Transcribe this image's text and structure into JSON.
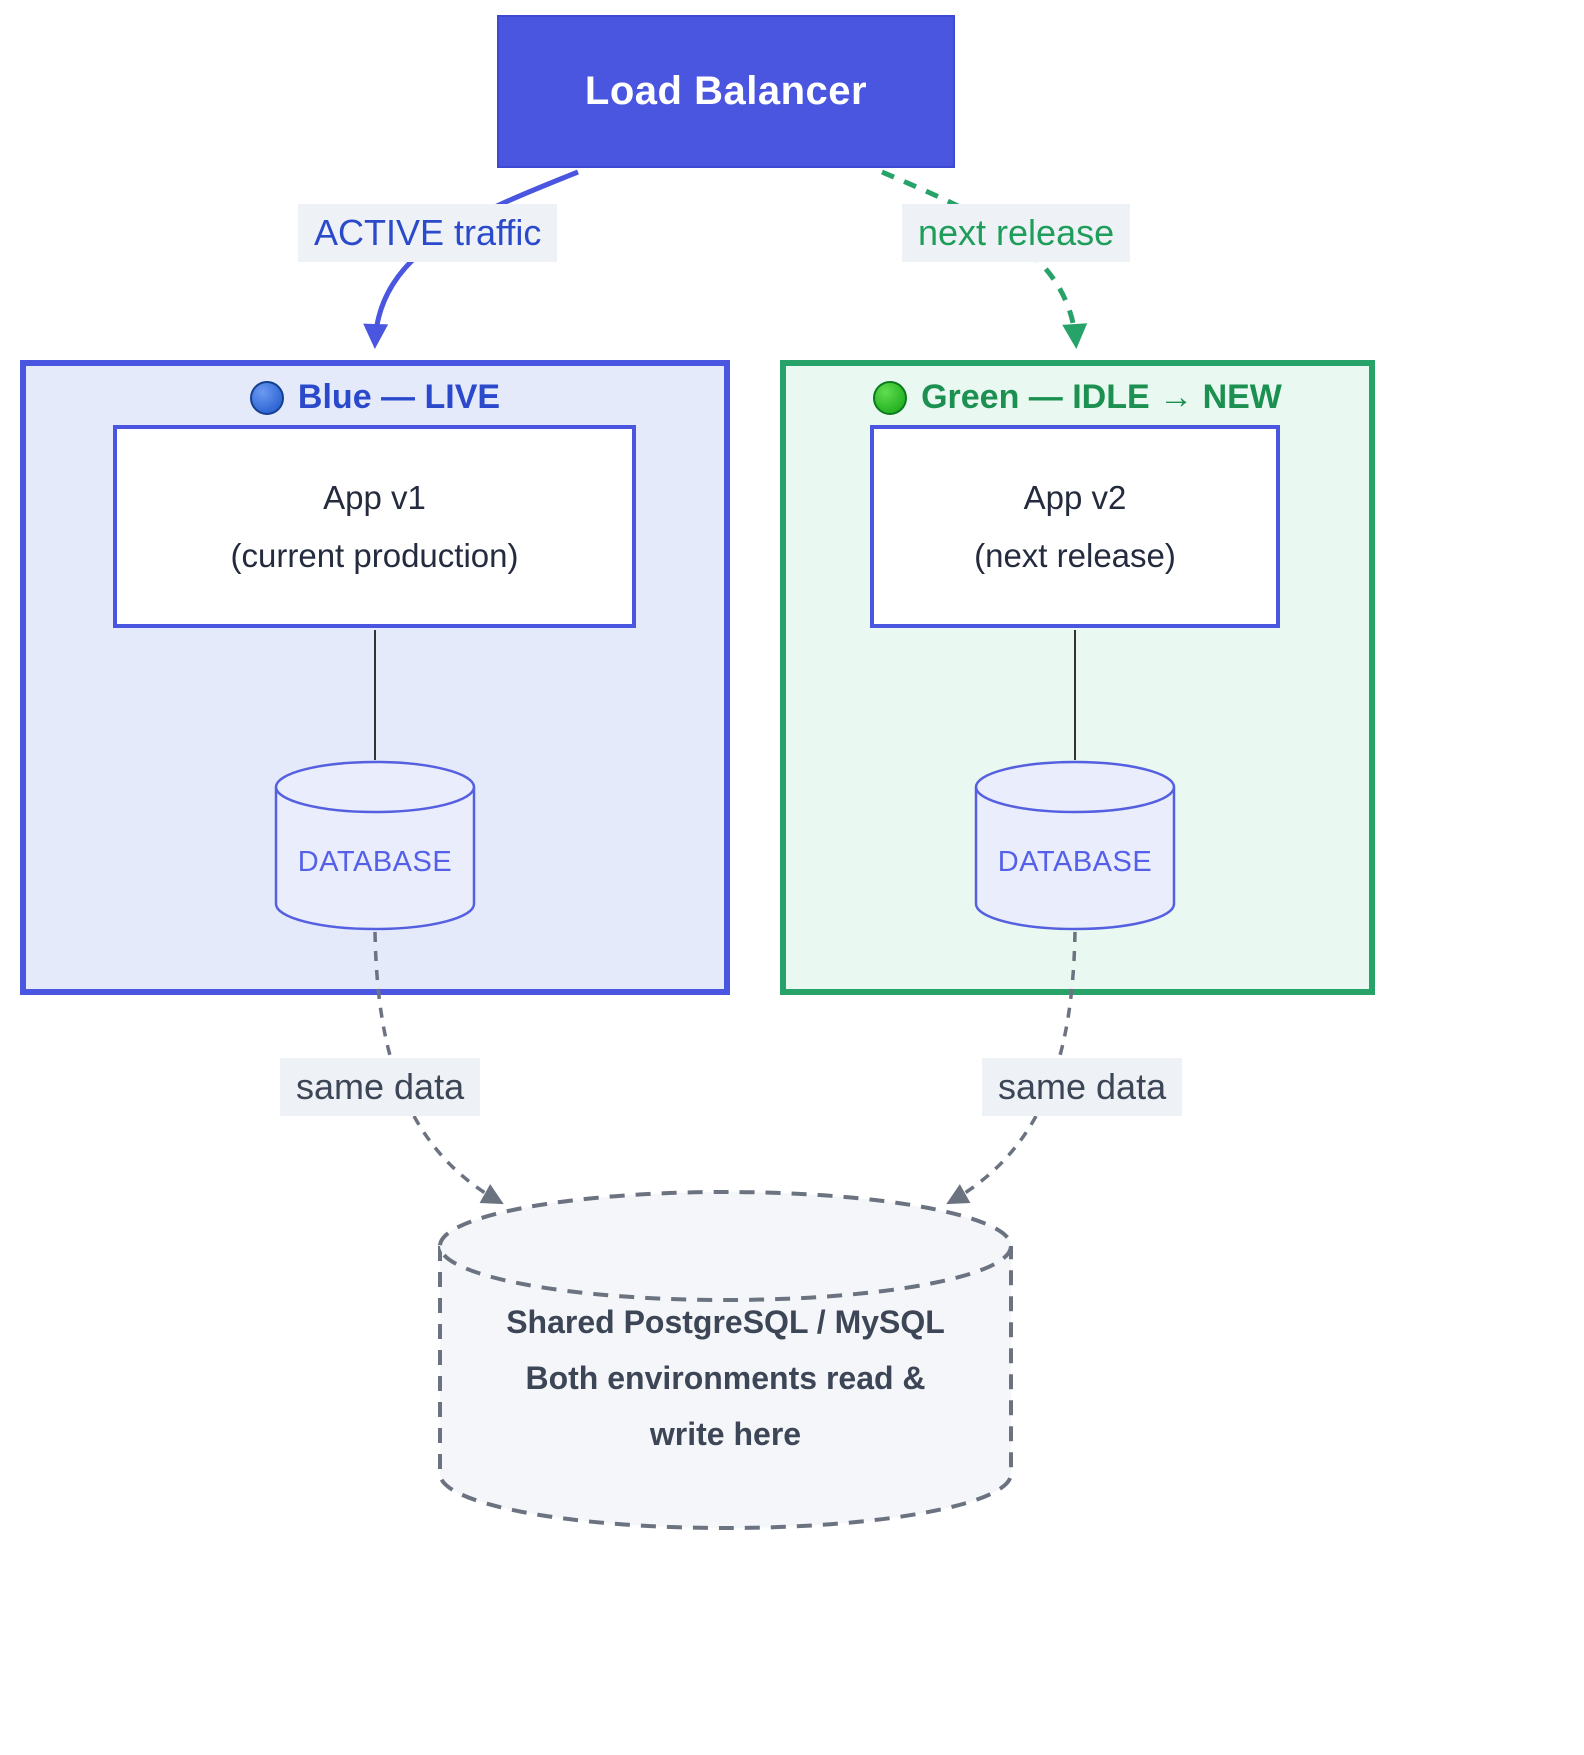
{
  "load_balancer": {
    "label": "Load Balancer",
    "fill_color": "#4a55e0",
    "text_color": "#ffffff"
  },
  "edges": {
    "active_traffic": {
      "label": "ACTIVE traffic",
      "style": "solid",
      "color": "#4a55e0"
    },
    "next_release": {
      "label": "next release",
      "style": "dashed",
      "color": "#27a369"
    },
    "blue_same_data": {
      "label": "same data",
      "style": "dashed",
      "color": "#6b7280"
    },
    "green_same_data": {
      "label": "same data",
      "style": "dashed",
      "color": "#6b7280"
    }
  },
  "blue_environment": {
    "title": "Blue — LIVE",
    "status_dot_color": "#1d5fd0",
    "border_color": "#4a55e0",
    "fill_color": "#e5eafb",
    "app": {
      "line1": "App v1",
      "line2": "(current production)"
    },
    "database_label": "DATABASE"
  },
  "green_environment": {
    "title": "Green — IDLE → NEW",
    "status_dot_color": "#22b022",
    "border_color": "#27a369",
    "fill_color": "#e9f8f0",
    "app": {
      "line1": "App v2",
      "line2": "(next release)"
    },
    "database_label": "DATABASE"
  },
  "shared_database": {
    "line1": "Shared PostgreSQL / MySQL",
    "line2": "Both environments read &",
    "line3": "write here",
    "border_color": "#6b7280",
    "fill_color": "#f4f6f9"
  }
}
